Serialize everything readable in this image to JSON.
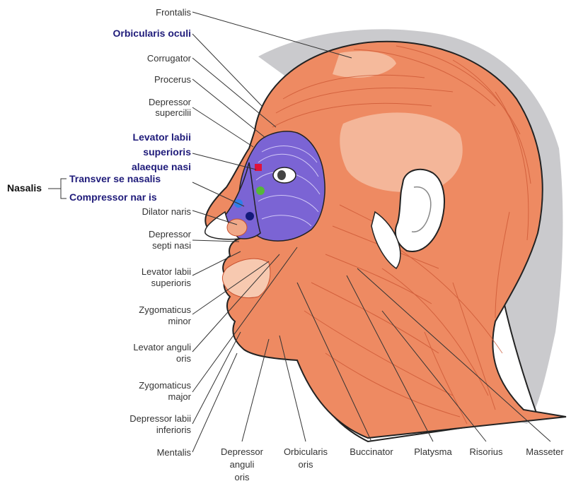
{
  "title": "",
  "labels": {
    "frontalis": "Frontalis",
    "orbicularis_oculi": "Orbicularis oculi",
    "corrugator": "Corrugator",
    "procerus": "Procerus",
    "depressor_supercilii_1": "Depressor",
    "depressor_supercilii_2": "supercilii",
    "levator_labii_alaeque_1": "Levator labii",
    "levator_labii_alaeque_2": "superioris",
    "levator_labii_alaeque_3": "alaeque nasi",
    "nasalis": "Nasalis",
    "transverse_nasalis": "Transver se nasalis",
    "compressor_naris": "Compressor  nar is",
    "dilator_naris": "Dilator naris",
    "depressor_septi_1": "Depressor",
    "depressor_septi_2": "septi nasi",
    "levator_labii_sup_1": "Levator labii",
    "levator_labii_sup_2": "superioris",
    "zygomaticus_minor_1": "Zygomaticus",
    "zygomaticus_minor_2": "minor",
    "levator_anguli_1": "Levator anguli",
    "levator_anguli_2": "oris",
    "zygomaticus_major_1": "Zygomaticus",
    "zygomaticus_major_2": "major",
    "depressor_labii_inf_1": "Depressor labii",
    "depressor_labii_inf_2": "inferioris",
    "mentalis": "Mentalis",
    "depressor_anguli_1": "Depressor",
    "depressor_anguli_2": "anguli",
    "depressor_anguli_3": "oris",
    "orbicularis_oris_1": "Orbicularis",
    "orbicularis_oris_2": "oris",
    "buccinator": "Buccinator",
    "platysma": "Platysma",
    "risorius": "Risorius",
    "masseter": "Masseter"
  },
  "colors": {
    "muscle": "#ee8a62",
    "muscle_light": "#f7c9b0",
    "muscle_line": "#c8502e",
    "shadow": "#c9c9cc",
    "skin": "#ffffff",
    "highlight": "#7b64d4",
    "outline": "#1e1e1e",
    "label_highlight": "#1f1b7a",
    "dot_red": "#e0123a",
    "dot_green": "#55b83a",
    "dot_light_blue": "#2f7fe8",
    "dot_dark_blue": "#141a7a"
  }
}
